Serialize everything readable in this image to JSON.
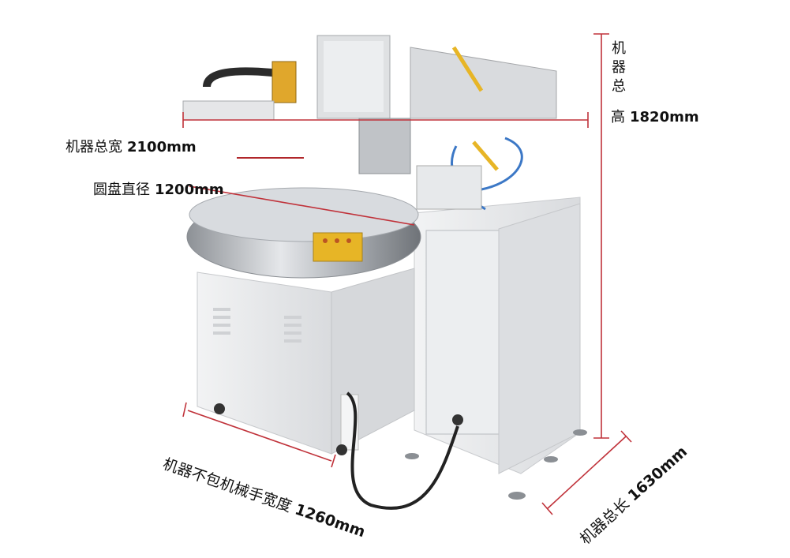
{
  "dimensions": {
    "total_width": {
      "label": "机器总宽",
      "value": "2100mm"
    },
    "disc_diameter": {
      "label": "圆盘直径",
      "value": "1200mm"
    },
    "total_height": {
      "label_chars": [
        "机",
        "器",
        "总"
      ],
      "label_last": "高",
      "value": "1820mm"
    },
    "width_no_arm": {
      "label": "机器不包机械手宽度",
      "value": "1260mm"
    },
    "total_length": {
      "label": "机器总长",
      "value": "1630mm"
    }
  },
  "colors": {
    "dimension_line": "#c0323a",
    "machine_body": "#e9eaec",
    "steel": "#b9bcc1",
    "accent_yellow": "#e7b526"
  }
}
